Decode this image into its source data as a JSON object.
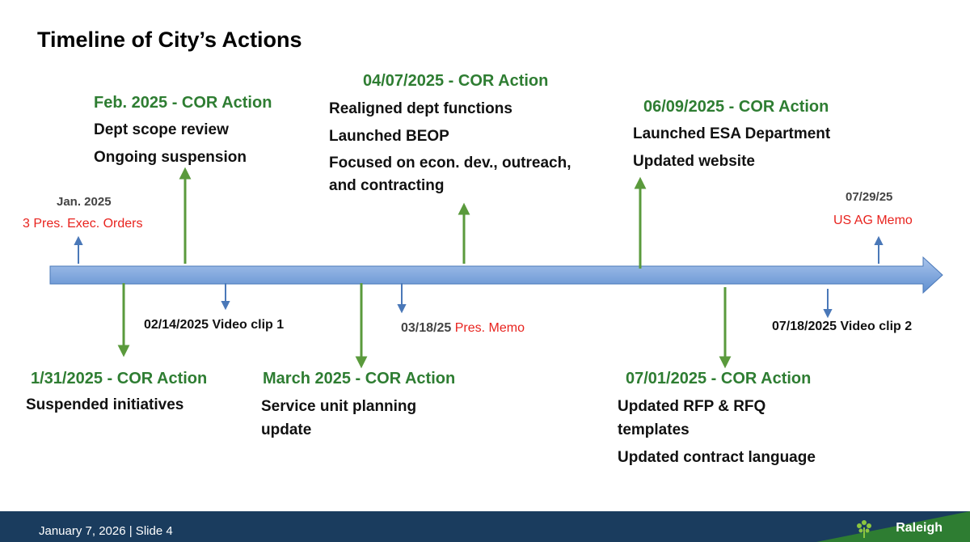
{
  "title": "Timeline of City’s Actions",
  "colors": {
    "green": "#2e7d32",
    "red": "#e8231e",
    "blue_line": "#6f9ad4",
    "footer": "#1a3c5e"
  },
  "events_above": {
    "jan2025": {
      "date": "Jan. 2025",
      "desc": "3 Pres. Exec. Orders"
    },
    "feb2025": {
      "header": "Feb. 2025 - COR Action",
      "lines": [
        "Dept scope review",
        "Ongoing suspension"
      ]
    },
    "apr2025": {
      "header": "04/07/2025 - COR Action",
      "lines": [
        "Realigned dept functions",
        "Launched BEOP",
        "Focused on econ. dev., outreach,",
        "and contracting"
      ]
    },
    "jun2025": {
      "header": "06/09/2025 - COR Action",
      "lines": [
        "Launched ESA Department",
        "Updated website"
      ]
    },
    "jul29": {
      "date": "07/29/25",
      "desc": "US AG Memo"
    }
  },
  "events_below": {
    "video1": "02/14/2025 Video clip 1",
    "pres_memo": {
      "date": "03/18/25",
      "desc": "Pres. Memo"
    },
    "video2": "07/18/2025 Video clip 2",
    "jan31": {
      "header": "1/31/2025 - COR Action",
      "lines": [
        "Suspended initiatives"
      ]
    },
    "mar2025": {
      "header": "March 2025 - COR Action",
      "lines": [
        "Service unit planning",
        "update"
      ]
    },
    "jul01": {
      "header": "07/01/2025 - COR Action",
      "lines": [
        "Updated RFP & RFQ",
        "templates",
        "Updated contract language"
      ]
    }
  },
  "footer": {
    "text": "January 7, 2026 | Slide 4",
    "logo": "Raleigh"
  }
}
